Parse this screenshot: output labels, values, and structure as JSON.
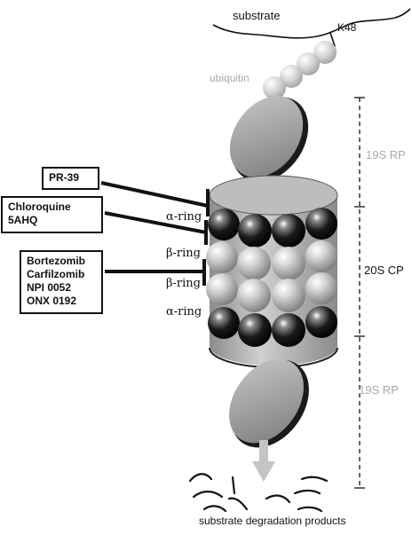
{
  "labels": {
    "substrate": "substrate",
    "k48": "K48",
    "ubiquitin": "ubiquitin",
    "rp_top": "19S RP",
    "cp": "20S CP",
    "rp_bottom": "19S RP",
    "alpha_ring_top": "α-ring",
    "beta_ring_top": "β-ring",
    "beta_ring_bottom": "β-ring",
    "alpha_ring_bottom": "α-ring",
    "products": "substrate degradation products"
  },
  "inhibitors": {
    "box1": [
      "PR-39"
    ],
    "box2": [
      "Chloroquine",
      "5AHQ"
    ],
    "box3": [
      "Bortezomib",
      "Carfilzomib",
      "NPI 0052",
      "ONX 0192"
    ]
  },
  "colors": {
    "ink": "#111111",
    "muted_label": "#a8a8a8",
    "ubiquitin_bead": "#cfcfcf",
    "cap_gray": "#9a9a9a",
    "arrow": "#c4c4c4"
  }
}
